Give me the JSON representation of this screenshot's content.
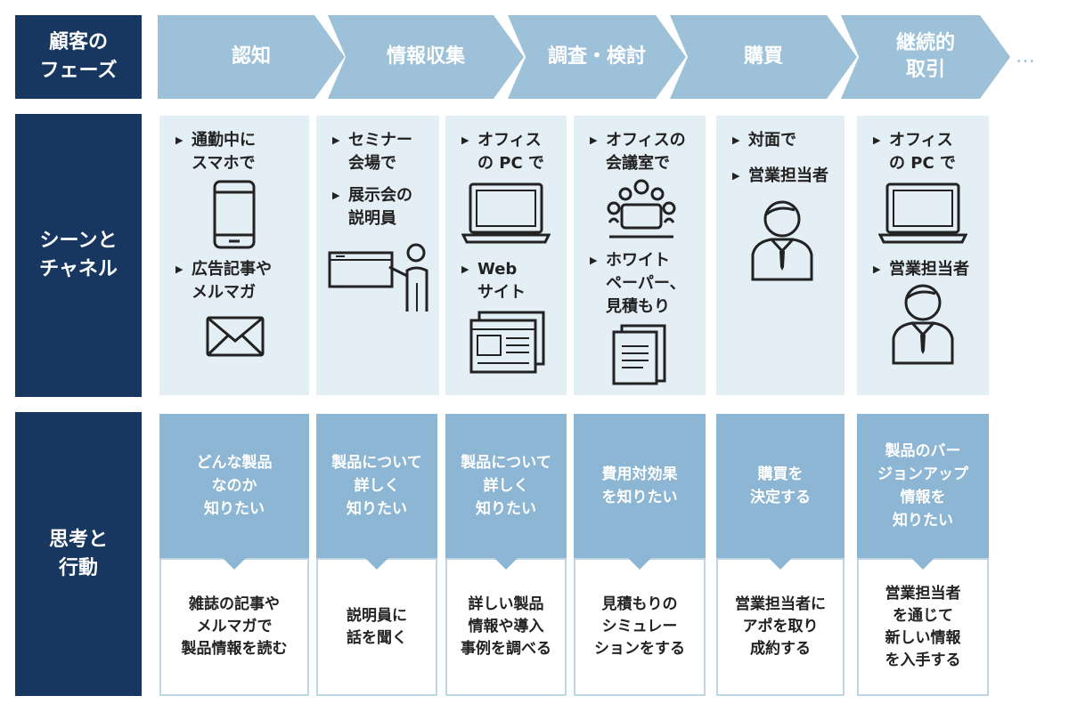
{
  "rows": {
    "phase_label": "顧客の\nフェーズ",
    "scene_label": "シーンと\nチャネル",
    "thought_label": "思考と\n行動"
  },
  "phases": [
    "認知",
    "情報収集",
    "調査・検討",
    "購買",
    "継続的\n取引"
  ],
  "continuation": "…",
  "scenes": [
    {
      "items": [
        "通勤中に\nスマホで",
        "広告記事や\nメルマガ"
      ],
      "icons": [
        "smartphone-icon",
        "envelope-icon"
      ]
    },
    {
      "items": [
        "セミナー\n会場で",
        "展示会の\n説明員"
      ],
      "icons": [
        "presenter-icon"
      ]
    },
    {
      "items": [
        "オフィス\nの PC で",
        "Web\nサイト"
      ],
      "icons": [
        "laptop-icon",
        "browser-windows-icon"
      ]
    },
    {
      "items": [
        "オフィスの\n会議室で",
        "ホワイト\nペーパー、\n見積もり"
      ],
      "icons": [
        "meeting-icon",
        "document-icon"
      ]
    },
    {
      "items": [
        "対面で",
        "営業担当者"
      ],
      "icons": [
        "salesperson-icon"
      ]
    },
    {
      "items": [
        "オフィス\nの PC で",
        "営業担当者"
      ],
      "icons": [
        "laptop-icon",
        "salesperson-icon"
      ]
    }
  ],
  "thoughts": [
    "どんな製品\nなのか\n知りたい",
    "製品について\n詳しく\n知りたい",
    "製品について\n詳しく\n知りたい",
    "費用対効果\nを知りたい",
    "購買を\n決定する",
    "製品のバー\nジョンアップ\n情報を\n知りたい"
  ],
  "actions": [
    "雑誌の記事や\nメルマガで\n製品情報を読む",
    "説明員に\n話を聞く",
    "詳しい製品\n情報や導入\n事例を調べる",
    "見積もりの\nシミュレー\nションをする",
    "営業担当者に\nアポを取り\n成約する",
    "営業担当者\nを通じて\n新しい情報\nを入手する"
  ],
  "colors": {
    "navy": "#173760",
    "chevron": "#9dc1d8",
    "scene_bg": "#e4eef5",
    "thought_bg": "#8cb6d3",
    "action_border": "#bed6e6",
    "icon_stroke": "#222222"
  }
}
